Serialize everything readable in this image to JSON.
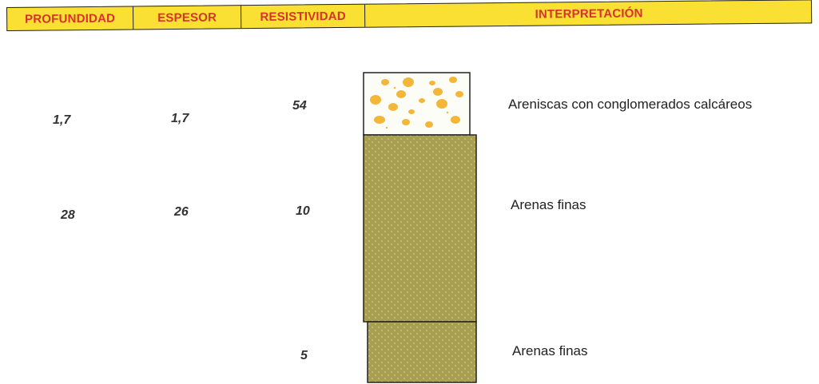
{
  "header": {
    "profundidad": "PROFUNDIDAD",
    "espesor": "ESPESOR",
    "resistividad": "RESISTIVIDAD",
    "interpretacion": "INTERPRETACIÓN"
  },
  "layers": [
    {
      "profundidad": "1,7",
      "espesor": "1,7",
      "resistividad": "54",
      "interpretacion": "Areniscas con conglomerados calcáreos"
    },
    {
      "profundidad": "28",
      "espesor": "26",
      "resistividad": "10",
      "interpretacion": "Arenas finas"
    },
    {
      "profundidad": "",
      "espesor": "",
      "resistividad": "5",
      "interpretacion": "Arenas finas"
    }
  ],
  "colors": {
    "header_bg": "#f9e033",
    "header_text": "#d8322e",
    "sand_fill": "#a8a050",
    "conglomerate_clast": "#f2b738"
  }
}
